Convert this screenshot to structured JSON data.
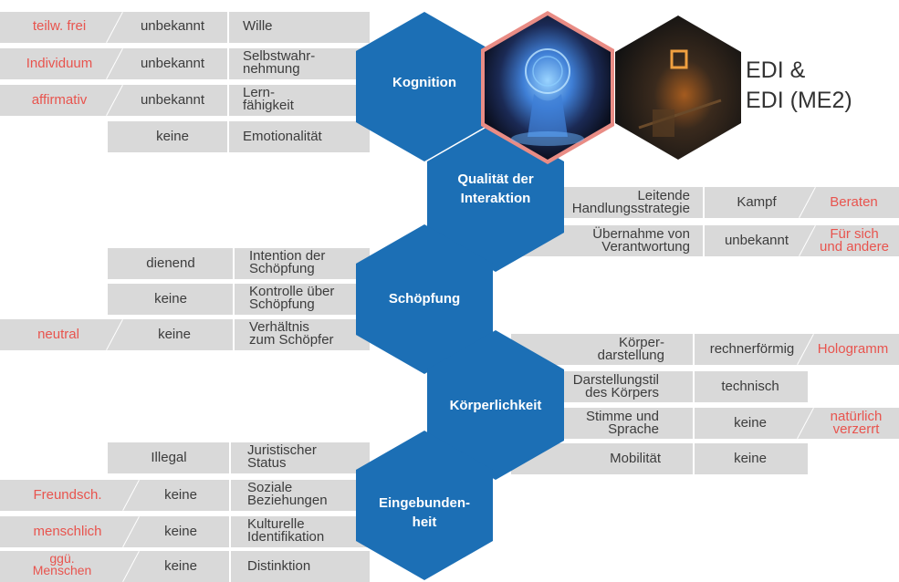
{
  "character": {
    "name_line1": "EDI &",
    "name_line2": "EDI (ME2)"
  },
  "colors": {
    "hex_blue": "#1c6fb5",
    "bar_gray": "#d9d9d9",
    "highlight_red": "#e8544e"
  },
  "categories": {
    "kognition": "Kognition",
    "qualitaet": "Qualität der Interaktion",
    "schoepfung": "Schöpfung",
    "koerper": "Körperlichkeit",
    "eingebunden": "Eingebunden-heit"
  },
  "kognition": {
    "wille": {
      "label": "Wille",
      "edi": "unbekannt",
      "me2": "teilw. frei"
    },
    "selbst": {
      "label": "Selbstwahr-nehmung",
      "edi": "unbekannt",
      "me2": "Individuum"
    },
    "lern": {
      "label": "Lern-fähigkeit",
      "edi": "unbekannt",
      "me2": "affirmativ"
    },
    "emo": {
      "label": "Emotionalität",
      "edi": "keine"
    }
  },
  "qualitaet": {
    "handlung": {
      "label": "Leitende Handlungsstrategie",
      "edi": "Kampf",
      "me2": "Beraten"
    },
    "verantwortung": {
      "label": "Übernahme von Verantwortung",
      "edi": "unbekannt",
      "me2": "Für sich und andere"
    }
  },
  "schoepfung": {
    "intention": {
      "label": "Intention der Schöpfung",
      "edi": "dienend"
    },
    "kontrolle": {
      "label": "Kontrolle über Schöpfung",
      "edi": "keine"
    },
    "verhaeltnis": {
      "label": "Verhältnis zum Schöpfer",
      "edi": "keine",
      "me2": "neutral"
    }
  },
  "koerper": {
    "darstellung": {
      "label": "Körper-darstellung",
      "edi": "rechnerförmig",
      "me2": "Hologramm"
    },
    "stil": {
      "label": "Darstellungstil des Körpers",
      "edi": "technisch"
    },
    "stimme": {
      "label": "Stimme und Sprache",
      "edi": "keine",
      "me2": "natürlich verzerrt"
    },
    "mobil": {
      "label": "Mobilität",
      "edi": "keine"
    }
  },
  "eingebunden": {
    "juristisch": {
      "label": "Juristischer Status",
      "edi": "Illegal"
    },
    "sozial": {
      "label": "Soziale Beziehungen",
      "edi": "keine",
      "me2": "Freundsch."
    },
    "kultur": {
      "label": "Kulturelle Identifikation",
      "edi": "keine",
      "me2": "menschlich"
    },
    "distinktion": {
      "label": "Distinktion",
      "edi": "keine",
      "me2": "ggü. Menschen"
    }
  }
}
